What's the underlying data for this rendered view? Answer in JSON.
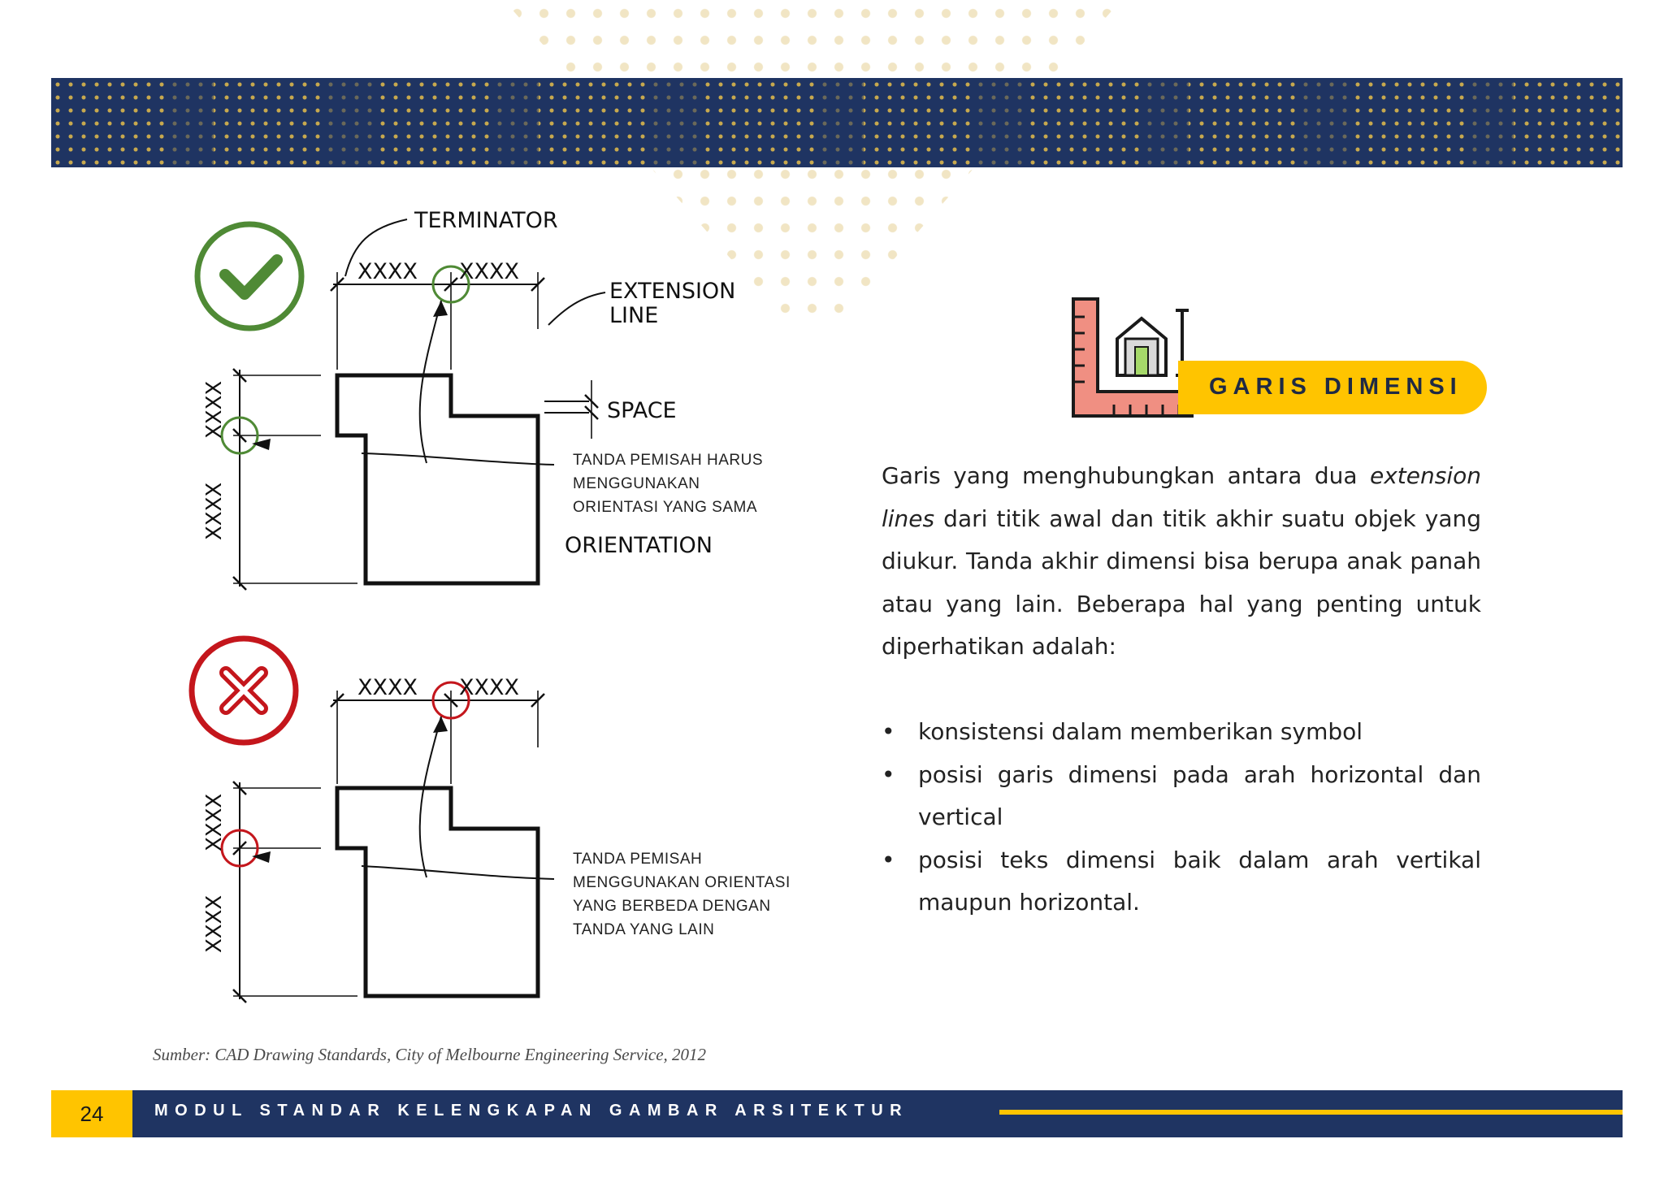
{
  "figures": {
    "correct": {
      "labels": {
        "terminator": "TERMINATOR",
        "extension_line_1": "EXTENSION",
        "extension_line_2": "LINE",
        "space": "SPACE",
        "orientation": "ORIENTATION",
        "dim": "XXXX"
      },
      "caption": "TANDA PEMISAH HARUS MENGGUNAKAN ORIENTASI YANG SAMA",
      "status_color": "#4f8a35"
    },
    "incorrect": {
      "labels": {
        "dim": "XXXX"
      },
      "caption": "TANDA PEMISAH MENGGUNAKAN ORIENTASI YANG BERBEDA DENGAN TANDA YANG LAIN",
      "status_color": "#c4161c"
    }
  },
  "source_note": "Sumber: CAD Drawing Standards, City of Melbourne Engineering Service, 2012",
  "section": {
    "title": "GARIS DIMENSI",
    "icon": "ruler-house-icon",
    "paragraph": {
      "before_em1": "Garis yang menghubungkan antara dua ",
      "em1": "extension lines",
      "after_em1": " dari titik awal dan titik akhir suatu objek yang diukur. Tanda akhir dimensi bisa berupa anak panah atau yang lain. Beberapa hal yang penting untuk diperhatikan adalah:"
    },
    "bullets": [
      "konsistensi dalam memberikan symbol",
      "posisi garis dimensi pada arah horizontal dan vertical",
      "posisi teks dimensi baik dalam arah vertikal maupun horizontal."
    ]
  },
  "footer": {
    "page_number": "24",
    "title": "MODUL STANDAR KELENGKAPAN GAMBAR ARSITEKTUR"
  },
  "colors": {
    "navy": "#1f3462",
    "gold": "#ffc400",
    "correct_green": "#4f8a35",
    "wrong_red": "#c4161c"
  }
}
